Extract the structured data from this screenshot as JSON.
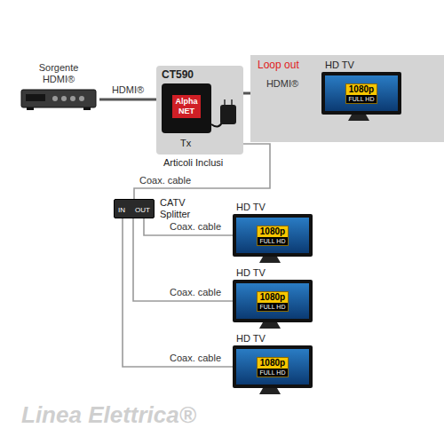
{
  "diagram": {
    "nodes": [
      {
        "text": [
          "Sorgente HDMI®"
        ]
      },
      {
        "text": [
          "CT590",
          "Tx",
          "Articoli Inclusi"
        ]
      },
      {
        "text": [
          "Loop out"
        ]
      },
      {
        "text": [
          "HD TV",
          "1080p",
          "FULL HD"
        ],
        "in": 2
      },
      {
        "text": [
          "CATV Splitter",
          "IN",
          "OUT"
        ]
      },
      {
        "text": [
          "HD TV",
          "1080p",
          "FULL HD"
        ]
      },
      {
        "text": [
          "HD TV",
          "1080p",
          "FULL HD"
        ]
      },
      {
        "text": [
          "HD TV",
          "1080p",
          "FULL HD"
        ]
      }
    ],
    "edges": [
      {
        "from": 0,
        "to": 1,
        "label": "HDMI®",
        "arrow": "none"
      },
      {
        "from": 1,
        "to": 3,
        "label": "HDMI®",
        "arrow": "none"
      },
      {
        "from": 1,
        "to": 4,
        "label": "Coax. cable",
        "arrow": "none"
      },
      {
        "from": 4,
        "to": 5,
        "label": "Coax. cable",
        "arrow": "none"
      },
      {
        "from": 4,
        "to": 6,
        "label": "Coax. cable",
        "arrow": "none"
      },
      {
        "from": 4,
        "to": 7,
        "label": "Coax. cable",
        "arrow": "none"
      }
    ],
    "labels": [
      "Alpha NET",
      "Linea Elettrica®"
    ]
  }
}
